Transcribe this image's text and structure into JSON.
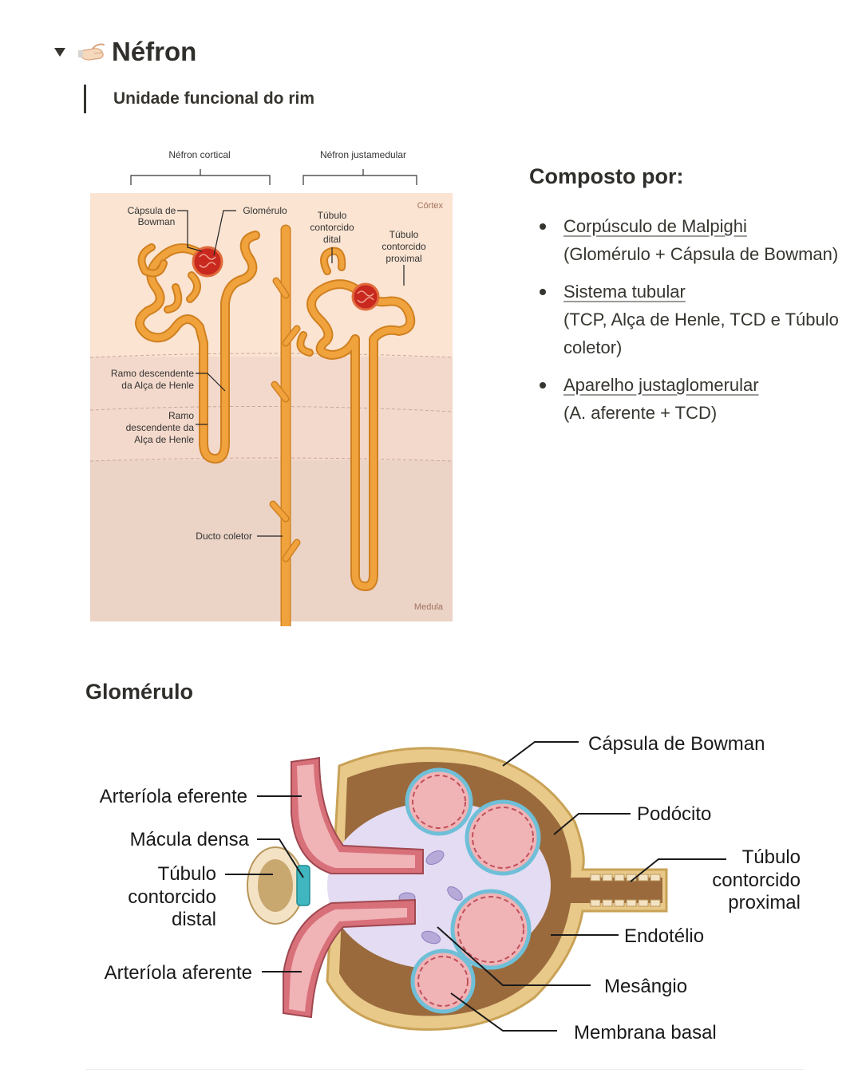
{
  "page": {
    "title": "Néfron",
    "quote": "Unidade funcional do rim",
    "icon": "pinch-hand-icon"
  },
  "composto": {
    "heading": "Composto por:",
    "items": [
      {
        "link": "Corpúsculo de Malpighi",
        "detail": "(Glomérulo + Cápsula de Bowman)"
      },
      {
        "link": "Sistema tubular",
        "detail": "(TCP, Alça de Henle, TCD e Túbulo coletor)"
      },
      {
        "link": "Aparelho justaglomerular",
        "detail": "(A. aferente + TCD)"
      }
    ]
  },
  "nephron_figure": {
    "group_cortical": "Néfron cortical",
    "group_juxta": "Néfron justamedular",
    "cortex": "Córtex",
    "medula": "Medula",
    "capsula_line1": "Cápsula de",
    "capsula_line2": "Bowman",
    "glomerulo": "Glomérulo",
    "tcd_line1": "Túbulo",
    "tcd_line2": "contorcido",
    "tcd_line3": "dital",
    "tcp_line1": "Túbulo",
    "tcp_line2": "contorcido",
    "tcp_line3": "proximal",
    "ramo1_line1": "Ramo descendente",
    "ramo1_line2": "da Alça de Henle",
    "ramo2_line1": "Ramo",
    "ramo2_line2": "descendente da",
    "ramo2_line3": "Alça de Henle",
    "ducto": "Ducto coletor"
  },
  "glomerulo_section": {
    "heading": "Glomérulo",
    "capsula": "Cápsula de Bowman",
    "eferente": "Arteríola eferente",
    "macula": "Mácula densa",
    "tcd_line1": "Túbulo",
    "tcd_line2": "contorcido",
    "tcd_line3": "distal",
    "aferente": "Arteríola aferente",
    "podocito": "Podócito",
    "tcp_line1": "Túbulo",
    "tcp_line2": "contorcido",
    "tcp_line3": "proximal",
    "endotelio": "Endotélio",
    "mesangio": "Mesângio",
    "membrana": "Membrana basal"
  },
  "colors": {
    "tubule": "#f0a23c",
    "cortex_bg": "#fbe4d2",
    "medulla_bg": "#ebd3c6",
    "capillary": "#e9a3a8",
    "podocyte": "#7cc3dc"
  }
}
